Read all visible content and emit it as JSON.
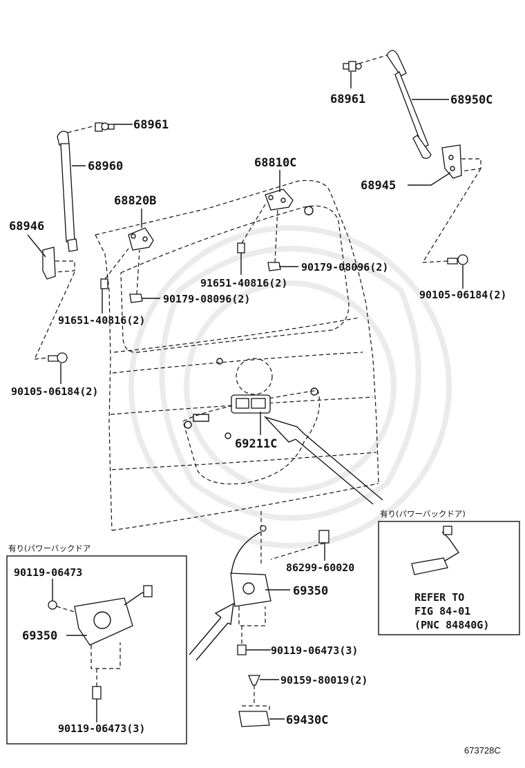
{
  "labels": {
    "p68961_r": "68961",
    "p68950c": "68950C",
    "p68961_l": "68961",
    "p68960": "68960",
    "p68810c": "68810C",
    "p68945": "68945",
    "p68820b": "68820B",
    "p68946": "68946",
    "p90179_r": "90179-08096(2)",
    "p91651_r": "91651-40816(2)",
    "p90105_r": "90105-06184(2)",
    "p90179_l": "90179-08096(2)",
    "p91651_l": "91651-40816(2)",
    "p90105_l": "90105-06184(2)",
    "p69211c": "69211C",
    "p86299": "86299-60020",
    "p69350_c": "69350",
    "p90119_c": "90119-06473(3)",
    "p90159": "90159-80019(2)",
    "p69430c": "69430C",
    "p90119_box_top": "90119-06473",
    "p69350_box": "69350",
    "p90119_box_bot": "90119-06473(3)"
  },
  "boxes": {
    "left_caption": "有り(パワーバックドア",
    "right_caption": "有り(パワーバックドア)",
    "refer_line1": "REFER TO",
    "refer_line2": "FIG 84-01",
    "refer_line3": "(PNC 84840G)"
  },
  "diagram_code": "673728C"
}
